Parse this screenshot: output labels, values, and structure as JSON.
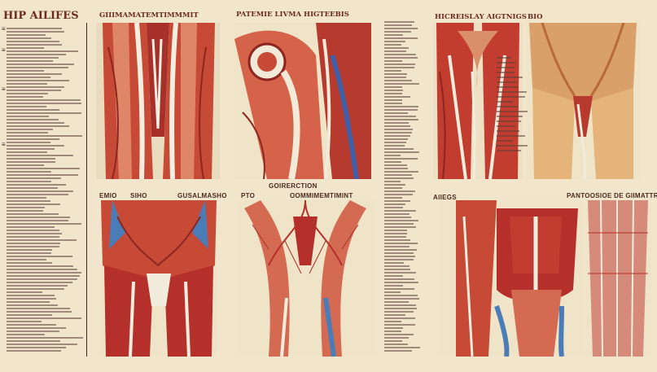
{
  "header": {
    "main_title": "HIP AILIFES",
    "panel_titles": [
      "GIIIMAMATEMTIMMMIT",
      "PATEMIE LIVMA HIGTEEBIS",
      "HICREISLAY AIGTNIGS",
      "BIO"
    ]
  },
  "captions": {
    "row2": [
      "EMIO",
      "SIHO",
      "GUSALMASHO",
      "PTO",
      "GOIRERCTION",
      "OOMMIMEMTIMINT",
      "AIIEGS",
      "PANTOOSIOE DE GIIMATTRIBNT"
    ]
  },
  "colors": {
    "background": "#f1e5cc",
    "muscle_red": "#b5302a",
    "muscle_light": "#e0856a",
    "tendon": "#f0ecde",
    "nerve_blue": "#4a7db8",
    "bone": "#e9dcc0",
    "text": "#3b2a24"
  }
}
